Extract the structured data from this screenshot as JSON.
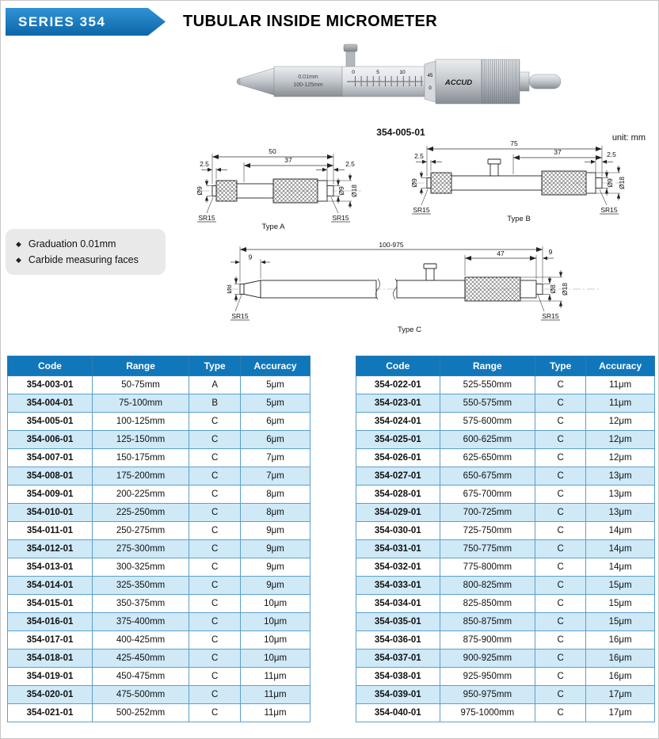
{
  "header": {
    "series": "SERIES 354",
    "title": "TUBULAR INSIDE MICROMETER"
  },
  "product": {
    "caption": "354-005-01",
    "brand": "ACCUD",
    "marking_line1": "0.01mm",
    "marking_line2": "100-125mm",
    "sleeve_numbers": [
      "0",
      "5",
      "10"
    ],
    "thimble_numbers": [
      "45",
      "0"
    ]
  },
  "features": {
    "bullet": "◆",
    "items": [
      "Graduation 0.01mm",
      "Carbide measuring faces"
    ]
  },
  "drawings": {
    "unit_label": "unit: mm",
    "type_a": {
      "caption": "Type A",
      "dim_overall": "50",
      "dim_inner": "37",
      "dim_left_tip": "2.5",
      "dim_right_tip": "2.5",
      "dia_left": "Ø9",
      "dia_right_face": "Ø9",
      "dia_right_outer": "Ø18",
      "sr_left": "SR15",
      "sr_right": "SR15"
    },
    "type_b": {
      "caption": "Type B",
      "dim_overall": "75",
      "dim_inner": "37",
      "dim_left_tip": "2.5",
      "dim_right_tip": "2.5",
      "dia_left": "Ø9",
      "dia_right_face": "Ø9",
      "dia_right_outer": "Ø18",
      "sr_left": "SR15",
      "sr_right": "SR15"
    },
    "type_c": {
      "caption": "Type C",
      "dim_overall": "100-975",
      "dim_knurl": "47",
      "dim_left_tip": "9",
      "dim_right_tip": "9",
      "dia_left": "Ø8",
      "dia_right_face": "Ø8",
      "dia_right_outer": "Ø18",
      "sr_left": "SR15",
      "sr_right": "SR15"
    }
  },
  "tables": [
    {
      "headers": [
        "Code",
        "Range",
        "Type",
        "Accuracy"
      ],
      "rows": [
        [
          "354-003-01",
          "50-75mm",
          "A",
          "5μm"
        ],
        [
          "354-004-01",
          "75-100mm",
          "B",
          "5μm"
        ],
        [
          "354-005-01",
          "100-125mm",
          "C",
          "6μm"
        ],
        [
          "354-006-01",
          "125-150mm",
          "C",
          "6μm"
        ],
        [
          "354-007-01",
          "150-175mm",
          "C",
          "7μm"
        ],
        [
          "354-008-01",
          "175-200mm",
          "C",
          "7μm"
        ],
        [
          "354-009-01",
          "200-225mm",
          "C",
          "8μm"
        ],
        [
          "354-010-01",
          "225-250mm",
          "C",
          "8μm"
        ],
        [
          "354-011-01",
          "250-275mm",
          "C",
          "9μm"
        ],
        [
          "354-012-01",
          "275-300mm",
          "C",
          "9μm"
        ],
        [
          "354-013-01",
          "300-325mm",
          "C",
          "9μm"
        ],
        [
          "354-014-01",
          "325-350mm",
          "C",
          "9μm"
        ],
        [
          "354-015-01",
          "350-375mm",
          "C",
          "10μm"
        ],
        [
          "354-016-01",
          "375-400mm",
          "C",
          "10μm"
        ],
        [
          "354-017-01",
          "400-425mm",
          "C",
          "10μm"
        ],
        [
          "354-018-01",
          "425-450mm",
          "C",
          "10μm"
        ],
        [
          "354-019-01",
          "450-475mm",
          "C",
          "11μm"
        ],
        [
          "354-020-01",
          "475-500mm",
          "C",
          "11μm"
        ],
        [
          "354-021-01",
          "500-252mm",
          "C",
          "11μm"
        ]
      ]
    },
    {
      "headers": [
        "Code",
        "Range",
        "Type",
        "Accuracy"
      ],
      "rows": [
        [
          "354-022-01",
          "525-550mm",
          "C",
          "11μm"
        ],
        [
          "354-023-01",
          "550-575mm",
          "C",
          "11μm"
        ],
        [
          "354-024-01",
          "575-600mm",
          "C",
          "12μm"
        ],
        [
          "354-025-01",
          "600-625mm",
          "C",
          "12μm"
        ],
        [
          "354-026-01",
          "625-650mm",
          "C",
          "12μm"
        ],
        [
          "354-027-01",
          "650-675mm",
          "C",
          "13μm"
        ],
        [
          "354-028-01",
          "675-700mm",
          "C",
          "13μm"
        ],
        [
          "354-029-01",
          "700-725mm",
          "C",
          "13μm"
        ],
        [
          "354-030-01",
          "725-750mm",
          "C",
          "14μm"
        ],
        [
          "354-031-01",
          "750-775mm",
          "C",
          "14μm"
        ],
        [
          "354-032-01",
          "775-800mm",
          "C",
          "14μm"
        ],
        [
          "354-033-01",
          "800-825mm",
          "C",
          "15μm"
        ],
        [
          "354-034-01",
          "825-850mm",
          "C",
          "15μm"
        ],
        [
          "354-035-01",
          "850-875mm",
          "C",
          "15μm"
        ],
        [
          "354-036-01",
          "875-900mm",
          "C",
          "16μm"
        ],
        [
          "354-037-01",
          "900-925mm",
          "C",
          "16μm"
        ],
        [
          "354-038-01",
          "925-950mm",
          "C",
          "16μm"
        ],
        [
          "354-039-01",
          "950-975mm",
          "C",
          "17μm"
        ],
        [
          "354-040-01",
          "975-1000mm",
          "C",
          "17μm"
        ]
      ]
    }
  ],
  "colors": {
    "banner-blue": "#0d66a8",
    "banner-blue-light": "#2f93d6",
    "table-header": "#1177bb",
    "row-alt": "#cfe9f7"
  }
}
